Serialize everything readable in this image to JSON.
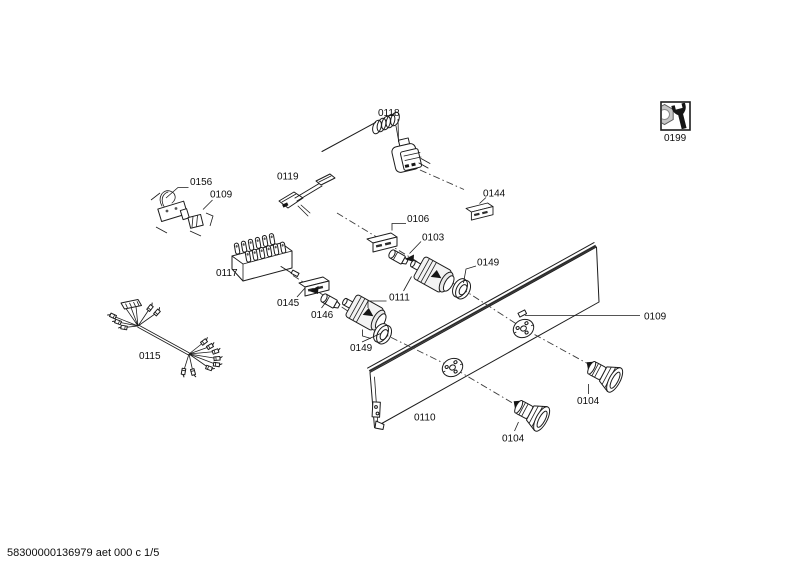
{
  "diagram": {
    "footer_code": "58300000136979 aet 000 c 1/5",
    "service_icon": "nut-and-wrench-icon",
    "callouts": {
      "thermostat": "0118",
      "service_icon_label": "0199",
      "thermal_switch": "0156",
      "connector_small": "0109",
      "support_bracket": "0119",
      "switch_block": "0117",
      "bracket_upper": "0106",
      "indicator_lamp_upper": "0103",
      "rear_bracket": "0144",
      "ring_nut_upper": "0149",
      "rotary_switch": "0111",
      "bracket_lower": "0145",
      "indicator_lamp_lower": "0146",
      "ring_nut_lower": "0149",
      "cable_harness": "0115",
      "control_panel": "0110",
      "knob_right": "0104",
      "knob_bottom": "0104",
      "panel_clip": "0109"
    }
  }
}
